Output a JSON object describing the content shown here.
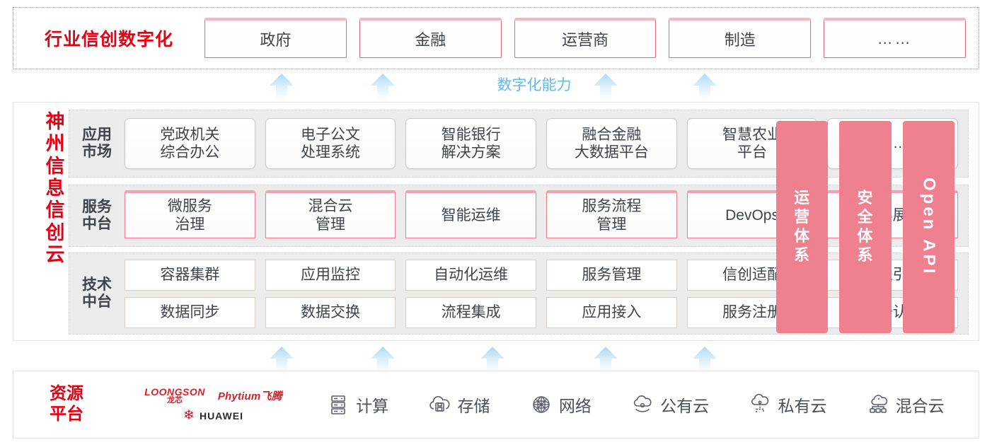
{
  "industry": {
    "title": "行业信创数字化",
    "boxes": [
      {
        "label": "政府"
      },
      {
        "label": "金融"
      },
      {
        "label": "运营商"
      },
      {
        "label": "制造"
      },
      {
        "label": "……"
      }
    ]
  },
  "capability": {
    "label": "数字化能力",
    "arrow_count_top": 4,
    "arrow_count_bottom": 5
  },
  "cloud": {
    "title_chars": [
      "神",
      "州",
      "信",
      "息",
      "信",
      "创",
      "云"
    ],
    "rows": [
      {
        "label_chars": [
          "应用",
          "市场"
        ],
        "cells": [
          {
            "lines": [
              "党政机关",
              "综合办公"
            ]
          },
          {
            "lines": [
              "电子公文",
              "处理系统"
            ]
          },
          {
            "lines": [
              "智能银行",
              "解决方案"
            ]
          },
          {
            "lines": [
              "融合金融",
              "大数据平台"
            ]
          },
          {
            "lines": [
              "智慧农业",
              "平台"
            ]
          },
          {
            "lines": [
              "……"
            ]
          }
        ]
      },
      {
        "label_chars": [
          "服务",
          "中台"
        ],
        "cells": [
          {
            "lines": [
              "微服务",
              "治理"
            ]
          },
          {
            "lines": [
              "混合云",
              "管理"
            ]
          },
          {
            "lines": [
              "智能运维"
            ]
          },
          {
            "lines": [
              "服务流程",
              "管理"
            ]
          },
          {
            "lines": [
              "DevOps"
            ]
          },
          {
            "lines": [
              "大屏展示"
            ]
          }
        ]
      },
      {
        "label_chars": [
          "技术",
          "中台"
        ],
        "cells_top": [
          {
            "lines": [
              "容器集群"
            ]
          },
          {
            "lines": [
              "应用监控"
            ]
          },
          {
            "lines": [
              "自动化运维"
            ]
          },
          {
            "lines": [
              "服务管理"
            ]
          },
          {
            "lines": [
              "信创适配"
            ]
          },
          {
            "lines": [
              "流程引擎"
            ]
          }
        ],
        "cells_bottom": [
          {
            "lines": [
              "数据同步"
            ]
          },
          {
            "lines": [
              "数据交换"
            ]
          },
          {
            "lines": [
              "流程集成"
            ]
          },
          {
            "lines": [
              "应用接入"
            ]
          },
          {
            "lines": [
              "服务注册"
            ]
          },
          {
            "lines": [
              "统一认证"
            ]
          }
        ]
      }
    ],
    "pillars": [
      {
        "chars": [
          "运",
          "营",
          "体",
          "系"
        ],
        "rotated": false
      },
      {
        "chars": [
          "安",
          "全",
          "体",
          "系"
        ],
        "rotated": false
      },
      {
        "text": "Open API",
        "rotated": true
      }
    ]
  },
  "resource": {
    "title_chars": [
      "资源",
      "平台"
    ],
    "vendors": [
      {
        "name": "LOONGSON",
        "cn": "龙芯",
        "icon": "loongson-logo"
      },
      {
        "name": "Phytium飞腾",
        "icon": "phytium-logo"
      },
      {
        "name": "HUAWEI",
        "icon": "huawei-logo"
      }
    ],
    "items": [
      {
        "label": "计算",
        "icon": "server-icon"
      },
      {
        "label": "存储",
        "icon": "cloud-storage-icon"
      },
      {
        "label": "网络",
        "icon": "network-icon"
      },
      {
        "label": "公有云",
        "icon": "public-cloud-icon"
      },
      {
        "label": "私有云",
        "icon": "private-cloud-icon"
      },
      {
        "label": "混合云",
        "icon": "hybrid-cloud-icon"
      }
    ]
  },
  "colors": {
    "brand_red": "#e60012",
    "accent_pink": "#ef8090",
    "accent_pink_border": "#ef5f72",
    "arrow_blue": "#bfe2f7",
    "capability_blue": "#63b8ee",
    "row_bg": "#ececec"
  }
}
